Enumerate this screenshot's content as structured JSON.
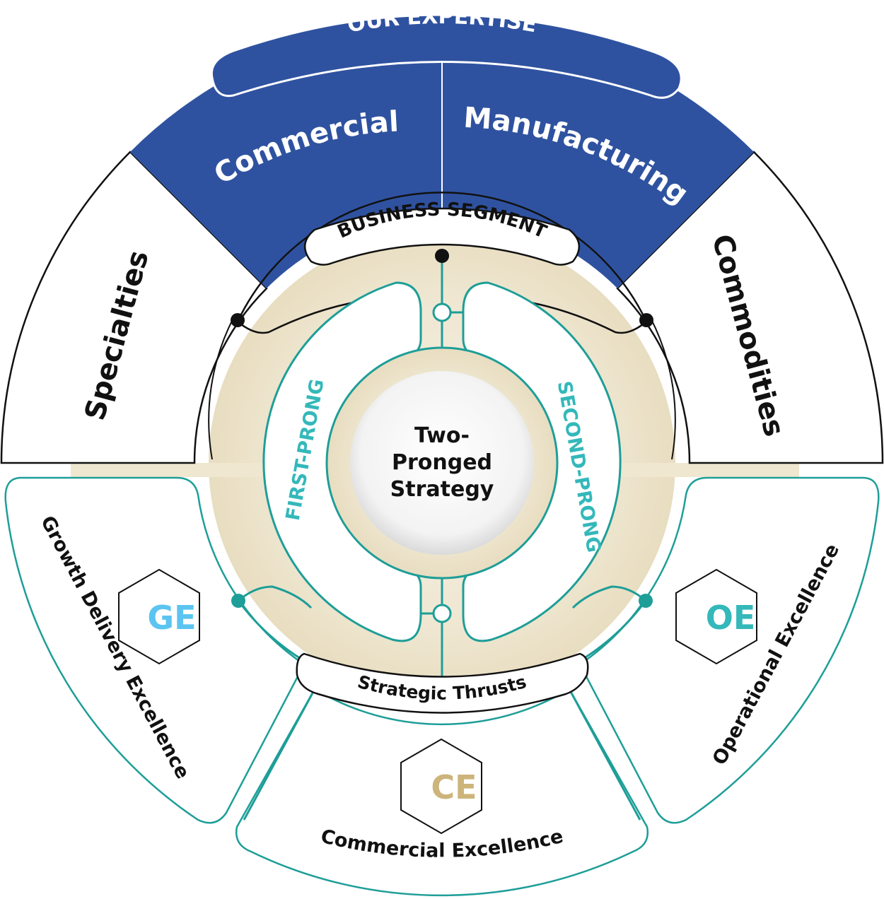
{
  "title": "Two-Pronged Strategy",
  "expertise": {
    "header": "OUR EXPERTISE",
    "items": [
      {
        "label": "Commercial"
      },
      {
        "label": "Manufacturing"
      }
    ]
  },
  "business_segment": {
    "label": "BUSINESS SEGMENT",
    "items": [
      {
        "label": "Specialties"
      },
      {
        "label": "Commodities"
      }
    ]
  },
  "center": {
    "line1": "Two-",
    "line2": "Pronged",
    "line3": "Strategy"
  },
  "prongs": {
    "first": "FIRST-PRONG",
    "second": "SECOND-PRONG"
  },
  "strategic_thrusts": {
    "label": "Strategic Thrusts",
    "items": [
      {
        "abbr": "GE",
        "label": "Growth Delivery Excellence",
        "color": "#5BC4F1"
      },
      {
        "abbr": "CE",
        "label": "Commercial  Excellence",
        "color": "#CDB47A"
      },
      {
        "abbr": "OE",
        "label": "Operational Excellence",
        "color": "#34B8BA"
      }
    ]
  },
  "colors": {
    "blue": "#2F52A0",
    "teal": "#1E9E98",
    "teal_text": "#34B8BA",
    "beige": "#EFE8D4"
  }
}
